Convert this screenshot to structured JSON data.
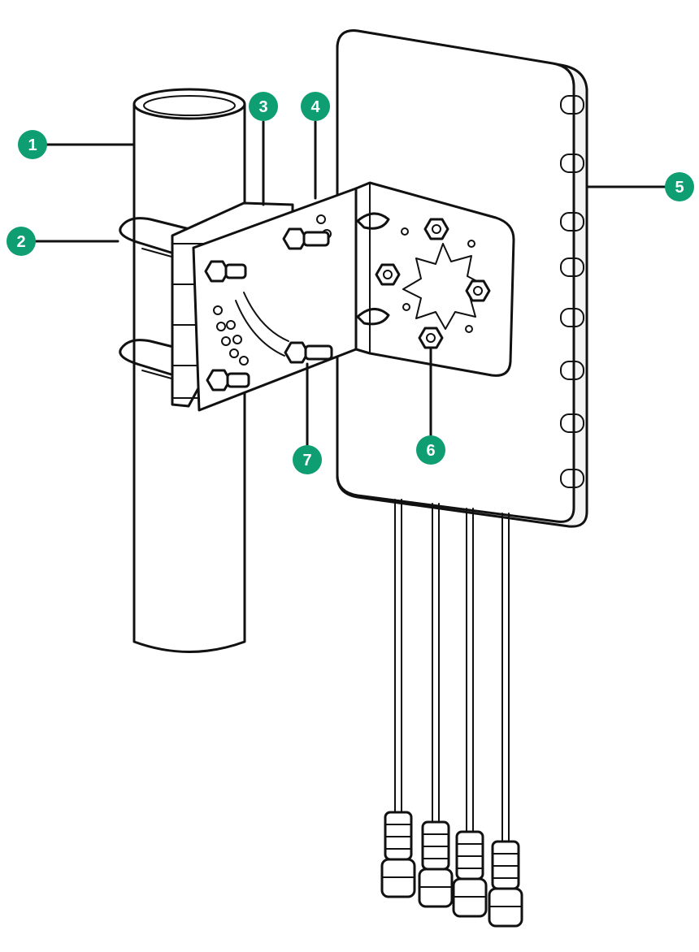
{
  "figure": {
    "description_label": "",
    "accent_color": "#0f9d72",
    "callouts": [
      {
        "id": "1",
        "label": "1"
      },
      {
        "id": "2",
        "label": "2"
      },
      {
        "id": "3",
        "label": "3"
      },
      {
        "id": "4",
        "label": "4"
      },
      {
        "id": "5",
        "label": "5"
      },
      {
        "id": "6",
        "label": "6"
      },
      {
        "id": "7",
        "label": "7"
      }
    ]
  }
}
